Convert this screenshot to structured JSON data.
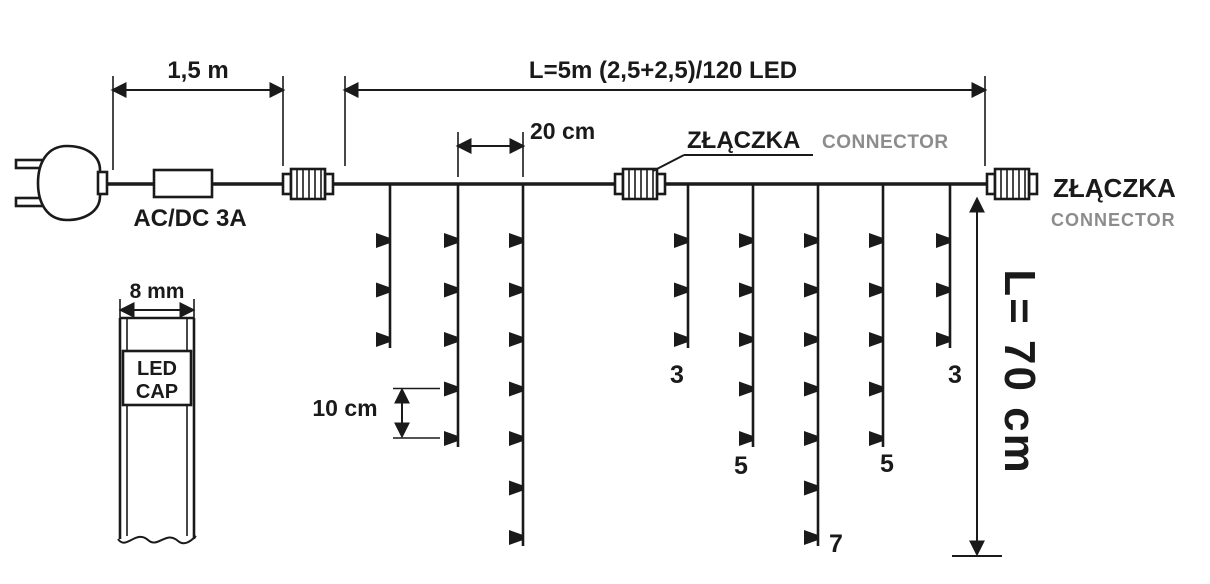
{
  "labels": {
    "dim_plug_to_connector": "1,5 m",
    "dim_total_length": "L=5m (2,5+2,5)/120 LED",
    "dim_drop_spacing": "20 cm",
    "dim_led_spacing": "10 cm",
    "dim_drop_length": "L= 70 cm",
    "dim_cap_diameter": "8 mm",
    "adapter": "AC/DC 3A",
    "connector_mid_pl": "ZŁĄCZKA",
    "connector_mid_en": "CONNECTOR",
    "connector_end_pl": "ZŁĄCZKA",
    "connector_end_en": "CONNECTOR",
    "led_cap_line1": "LED",
    "led_cap_line2": "CAP"
  },
  "drops": {
    "left_counts": [
      3,
      5,
      7
    ],
    "right_counts": [
      3,
      5,
      7,
      5,
      3
    ],
    "count_labels": [
      "3",
      "5",
      "7",
      "5",
      "3"
    ]
  },
  "colors": {
    "ink": "#1a1a1a",
    "muted": "#8c8c8c",
    "background": "#ffffff"
  }
}
